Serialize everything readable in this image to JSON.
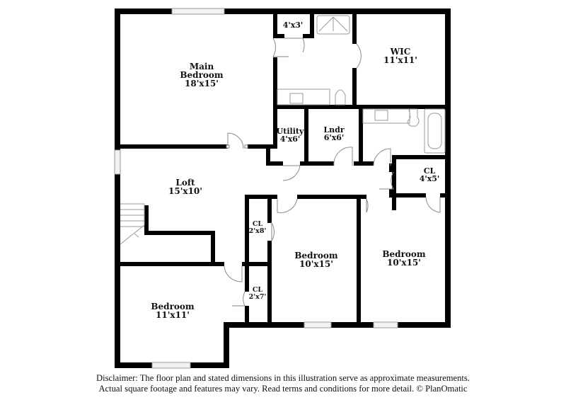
{
  "floor_plan": {
    "rooms": [
      {
        "id": "main-bedroom",
        "name_lines": [
          "Main",
          "Bedroom"
        ],
        "dimensions": "18'x15'"
      },
      {
        "id": "main-bath-closet",
        "name_lines": [],
        "dimensions": "4'x3'"
      },
      {
        "id": "wic",
        "name_lines": [
          "WIC"
        ],
        "dimensions": "11'x11'"
      },
      {
        "id": "utility",
        "name_lines": [
          "Utility"
        ],
        "dimensions": "4'x6'"
      },
      {
        "id": "laundry",
        "name_lines": [
          "Lndr"
        ],
        "dimensions": "6'x6'"
      },
      {
        "id": "closet-hall",
        "name_lines": [
          "CL"
        ],
        "dimensions": "4'x5'"
      },
      {
        "id": "loft",
        "name_lines": [
          "Loft"
        ],
        "dimensions": "15'x10'"
      },
      {
        "id": "closet-a",
        "name_lines": [
          "CL"
        ],
        "dimensions": "2'x8'"
      },
      {
        "id": "closet-b",
        "name_lines": [
          "CL"
        ],
        "dimensions": "2'x7'"
      },
      {
        "id": "bedroom-2",
        "name_lines": [
          "Bedroom"
        ],
        "dimensions": "11'x11'"
      },
      {
        "id": "bedroom-3",
        "name_lines": [
          "Bedroom"
        ],
        "dimensions": "10'x15'"
      },
      {
        "id": "bedroom-4",
        "name_lines": [
          "Bedroom"
        ],
        "dimensions": "10'x15'"
      }
    ]
  },
  "disclaimer": {
    "line1": "Disclaimer: The floor plan and stated dimensions in this illustration serve as approximate measurements.",
    "line2": "Actual square footage and features may vary. Read terms and conditions for more detail. © PlanOmatic"
  }
}
